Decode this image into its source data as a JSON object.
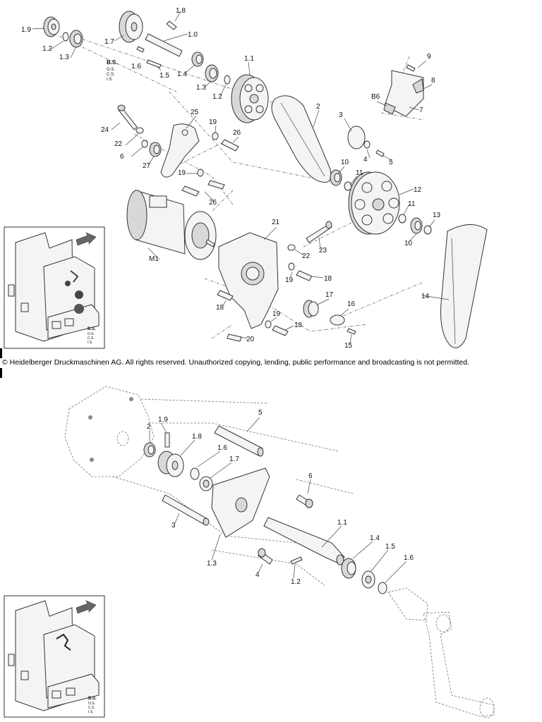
{
  "copyright": "© Heidelberger Druckmaschinen AG. All rights reserved. Unauthorized copying, lending, public performance and broadcasting is not permitted.",
  "top": {
    "callouts": [
      "1.9",
      "1.2",
      "1.3",
      "1.7",
      "1.8",
      "1.0",
      "1.6",
      "1.5",
      "1.4",
      "1.3",
      "1.2",
      "1.1",
      "2",
      "3",
      "4",
      "5",
      "9",
      "8",
      "B6",
      "7",
      "24",
      "22",
      "6",
      "27",
      "25",
      "19",
      "26",
      "19",
      "26",
      "10",
      "11",
      "12",
      "11",
      "13",
      "10",
      "M1",
      "21",
      "22",
      "23",
      "19",
      "18",
      "18",
      "17",
      "16",
      "19",
      "18",
      "20",
      "15",
      "14"
    ],
    "side_labels": [
      "B.S.",
      "O.S.",
      "C.S.",
      "I.S."
    ],
    "inset_labels": [
      "B.S.",
      "O.S.",
      "C.S.",
      "I.S."
    ]
  },
  "bottom": {
    "callouts": [
      "5",
      "1.9",
      "2",
      "1.8",
      "1.6",
      "1.7",
      "6",
      "3",
      "1.3",
      "1.1",
      "1.4",
      "1.5",
      "1.6",
      "4",
      "1.2"
    ],
    "inset_labels": [
      "B.S.",
      "O.S.",
      "C.S.",
      "I.S."
    ]
  }
}
